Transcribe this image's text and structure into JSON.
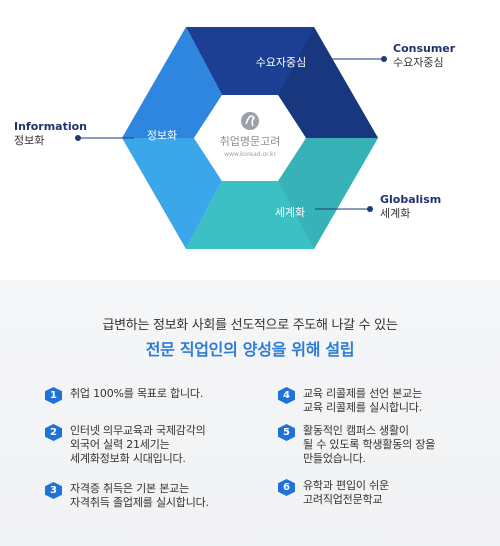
{
  "diagram": {
    "segments": {
      "consumer": "수요자중심",
      "information": "정보화",
      "globalism": "세계화"
    },
    "center": {
      "name": "취업명문고려",
      "url": "www.koread.or.kr"
    },
    "callouts": {
      "consumer": {
        "en": "Consumer",
        "ko": "수요자중심"
      },
      "information": {
        "en": "Information",
        "ko": "정보화"
      },
      "globalism": {
        "en": "Globalism",
        "ko": "세계화"
      }
    },
    "colors": {
      "dark_navy": "#1c3f94",
      "blue": "#2f7edb",
      "light_blue": "#3ca6ea",
      "teal": "#3dc0c4",
      "callout_dot": "#1e3a78"
    }
  },
  "intro": {
    "subtitle": "급변하는 정보화 사회를 선도적으로 주도해 나갈 수 있는",
    "title": "전문 직업인의 양성을 위해 설립"
  },
  "goals": [
    {
      "num": "1",
      "text": "취업 100%를 목표로 합니다."
    },
    {
      "num": "2",
      "text": "인터넷 의무교육과 국제감각의\n외국어 실력 21세기는\n세계화정보화 시대입니다."
    },
    {
      "num": "3",
      "text": "자격증 취득은 기본 본교는\n자격취득 졸업제를 실시합니다."
    },
    {
      "num": "4",
      "text": "교육 리콜제를 선언 본교는\n교육 리콜제를 실시합니다."
    },
    {
      "num": "5",
      "text": "활동적인 캠퍼스 생활이\n될 수 있도록 학생활동의 장을\n만들었습니다."
    },
    {
      "num": "6",
      "text": "유학과 편입이 쉬운\n고려직업전문학교"
    }
  ]
}
